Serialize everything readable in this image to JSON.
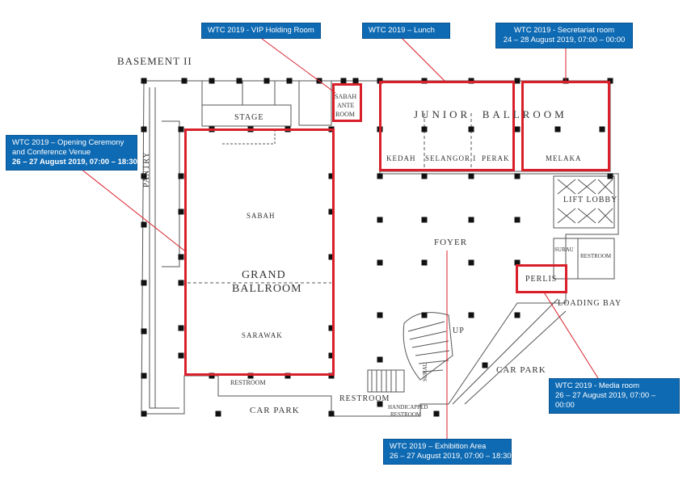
{
  "floor_title": "BASEMENT II",
  "rooms": {
    "stage": "STAGE",
    "pantry": "PANTRY",
    "sabah": "SABAH",
    "grand_ballroom_1": "GRAND",
    "grand_ballroom_2": "BALLROOM",
    "sarawak": "SARAWAK",
    "sabah_ante_1": "SABAH",
    "sabah_ante_2": "ANTE",
    "sabah_ante_3": "ROOM",
    "junior_ballroom": "JUNIOR  BALLROOM",
    "kedah": "KEDAH",
    "selangor": "SELANGOR I",
    "perak": "PERAK",
    "melaka": "MELAKA",
    "lift_lobby": "LIFT LOBBY",
    "foyer": "FOYER",
    "surau_1": "SURAU",
    "surau_2": "SURAU",
    "restroom_1": "RESTROOM",
    "restroom_2": "RESTROOM",
    "restroom_3": "RESTROOM",
    "perlis": "PERLIS",
    "loading_bay": "LOADING BAY",
    "up": "UP",
    "car_park_1": "CAR PARK",
    "car_park_2": "CAR PARK",
    "handicapped_1": "HANDICAPPED",
    "handicapped_2": "RESTROOM"
  },
  "callouts": {
    "vip": {
      "line1": "WTC 2019 -  VIP Holding Room"
    },
    "lunch": {
      "line1": "WTC 2019 – Lunch"
    },
    "secretariat": {
      "line1": "WTC 2019 - Secretariat room",
      "line2": "24 – 28 August 2019, 07:00 – 00:00"
    },
    "opening": {
      "line1": "WTC 2019 – Opening Ceremony",
      "line2": "and Conference Venue",
      "line3": "26 – 27 August 2019, 07:00 – 18:30"
    },
    "media": {
      "line1": "WTC 2019 - Media  room",
      "line2": "26 – 27 August 2019, 07:00 –",
      "line3": "00:00"
    },
    "exhibition": {
      "line1": "WTC 2019 – Exhibition Area",
      "line2": "26 – 27 August 2019, 07:00 – 18:30"
    }
  },
  "colors": {
    "callout_bg": "#0e6ab3",
    "highlight": "#d9202a",
    "wall": "#555555",
    "column": "#111111"
  }
}
